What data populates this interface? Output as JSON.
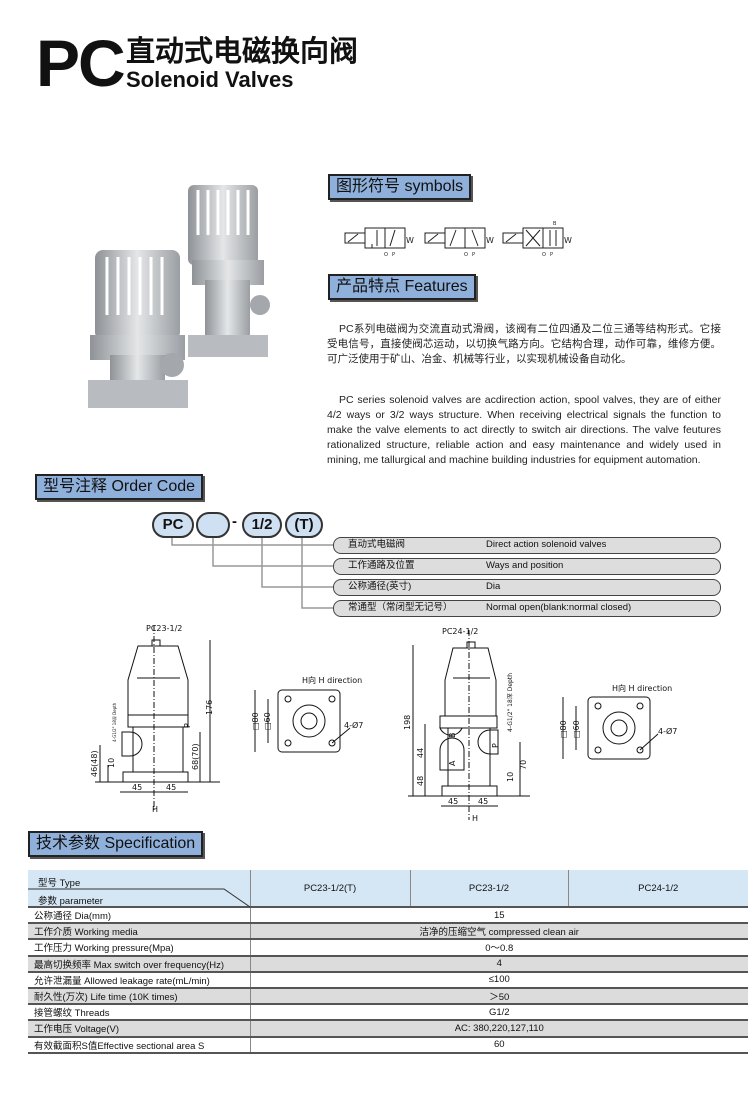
{
  "header": {
    "brand": "PC",
    "title_cn": "直动式电磁换向阀",
    "title_en": "Solenoid Valves"
  },
  "sections": {
    "symbols": "图形符号 symbols",
    "features": "产品特点 Features",
    "order_code": "型号注释 Order Code",
    "spec": "技术参数 Specification"
  },
  "symbols": {
    "port_labels": [
      "O",
      "P"
    ],
    "b_label": "B",
    "w_label": "W"
  },
  "features": {
    "cn": "PC系列电磁阀为交流直动式滑阀，该阀有二位四通及二位三通等结构形式。它接受电信号，直接使阀芯运动，以切换气路方向。它结构合理，动作可靠，维修方便。可广泛使用于矿山、冶金、机械等行业，以实现机械设备自动化。",
    "en": "PC series solenoid valves are acdirection action, spool valves, they are of either 4/2 ways or 3/2 ways structure. When receiving electrical signals the function to make the valve elements to act directly to switch air directions. The valve feutures rationalized structure, reliable action and easy maintenance and widely used in mining, me tallurgical and machine building industries for equipment automation."
  },
  "order_code": {
    "parts": [
      "PC",
      "",
      "-",
      "1/2",
      "(T)"
    ],
    "rows": [
      {
        "cn": "直动式电磁阀",
        "en": "Direct action solenoid valves"
      },
      {
        "cn": "工作通路及位置",
        "en": "Ways and position"
      },
      {
        "cn": "公称通径(英寸)",
        "en": "Dia"
      },
      {
        "cn": "常通型（常闭型无记号）",
        "en": "Normal open(blank:normal closed)"
      }
    ]
  },
  "drawings": {
    "pc23": {
      "title": "PC23-1/2",
      "height": "176",
      "d1": "46(48)",
      "d2": "10",
      "d3": "68(70)",
      "w1": "45",
      "w2": "45",
      "port": "P",
      "thread": "4-G1/2\" 18深 Depth",
      "arrow": "H"
    },
    "pc23_view": {
      "title": "H向 H direction",
      "s1": "□80",
      "s2": "□60",
      "holes": "4-Ø7"
    },
    "pc24": {
      "title": "PC24-1/2",
      "height": "198",
      "d1": "44",
      "d2": "48",
      "d3": "10",
      "d4": "70",
      "w1": "45",
      "w2": "45",
      "portA": "A",
      "portB": "B",
      "portP": "P",
      "thread": "4-G1/2\" 18深 Depth",
      "arrow": "H"
    },
    "pc24_view": {
      "title": "H向 H direction",
      "s1": "□80",
      "s2": "□60",
      "holes": "4-Ø7"
    }
  },
  "spec": {
    "type_label": "型号 Type",
    "param_label": "参数 parameter",
    "models": [
      "PC23-1/2(T)",
      "PC23-1/2",
      "PC24-1/2"
    ],
    "rows": [
      {
        "label": "公称通径 Dia(mm)",
        "value": "15"
      },
      {
        "label": "工作介质 Working media",
        "value": "洁净的压缩空气 compressed clean air"
      },
      {
        "label": "工作压力 Working pressure(Mpa)",
        "value": "0～0.8"
      },
      {
        "label": "最高切换频率 Max switch over frequency(Hz)",
        "value": "4"
      },
      {
        "label": "允许泄漏量 Allowed leakage rate(mL/min)",
        "value": "≤100"
      },
      {
        "label": "耐久性(万次) Life time  (10K times)",
        "value": "＞50"
      },
      {
        "label": "接管螺纹 Threads",
        "value": "G1/2"
      },
      {
        "label": "工作电压 Voltage(V)",
        "value": "AC: 380,220,127,110"
      },
      {
        "label": "有效截面积S值Effective sectional area S",
        "value": "60"
      }
    ]
  },
  "colors": {
    "section_bg": "#8fb0da",
    "table_header": "#d5e6f5",
    "row_grey": "#dcdcdc"
  }
}
